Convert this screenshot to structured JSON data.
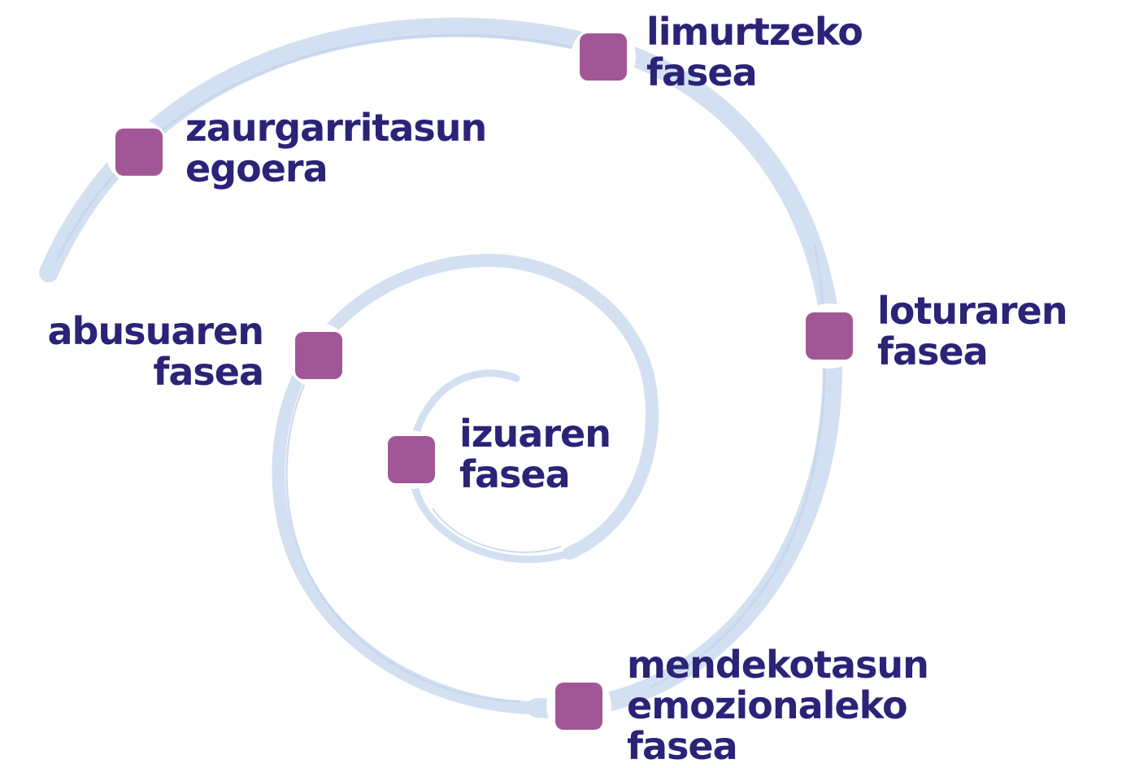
{
  "colors": {
    "spiral": "#d3e0f2",
    "spiral_dark": "#c3d3eb",
    "marker": "#a15796",
    "text": "#2b2377"
  },
  "phases": [
    {
      "id": "limurtzeko",
      "line1": "limurtzeko",
      "line2": "fasea"
    },
    {
      "id": "zaurgarritasun",
      "line1": "zaurgarritasun",
      "line2": "egoera"
    },
    {
      "id": "loturaren",
      "line1": "loturaren",
      "line2": "fasea"
    },
    {
      "id": "abusuaren",
      "line1": "abusuaren",
      "line2": "fasea"
    },
    {
      "id": "izuaren",
      "line1": "izuaren",
      "line2": "fasea"
    },
    {
      "id": "mendekotasun",
      "line1": "mendekotasun",
      "line2": "emozionaleko",
      "line3": "fasea"
    }
  ]
}
